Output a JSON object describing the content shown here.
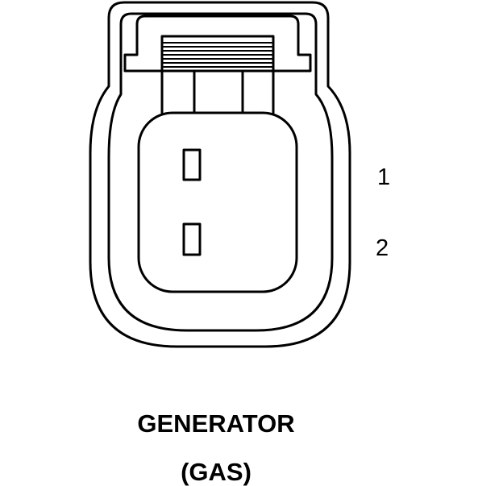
{
  "pins": [
    {
      "number": "1"
    },
    {
      "number": "2"
    }
  ],
  "caption": {
    "title": "GENERATOR",
    "subtitle": "(GAS)"
  },
  "colors": {
    "line": "#000000",
    "background": "#ffffff"
  }
}
